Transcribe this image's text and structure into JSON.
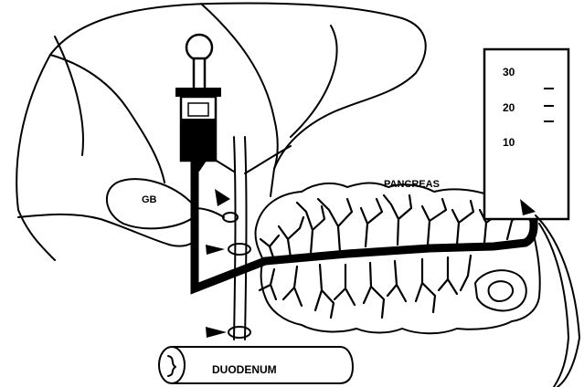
{
  "labels": {
    "gallbladder": "GB",
    "pancreas": "PANCREAS",
    "duodenum": "DUODENUM"
  },
  "manometer": {
    "ticks": [
      "30",
      "20",
      "10"
    ]
  },
  "icons": {
    "syringe": "syringe-icon",
    "arrow": "arrowhead-icon"
  }
}
